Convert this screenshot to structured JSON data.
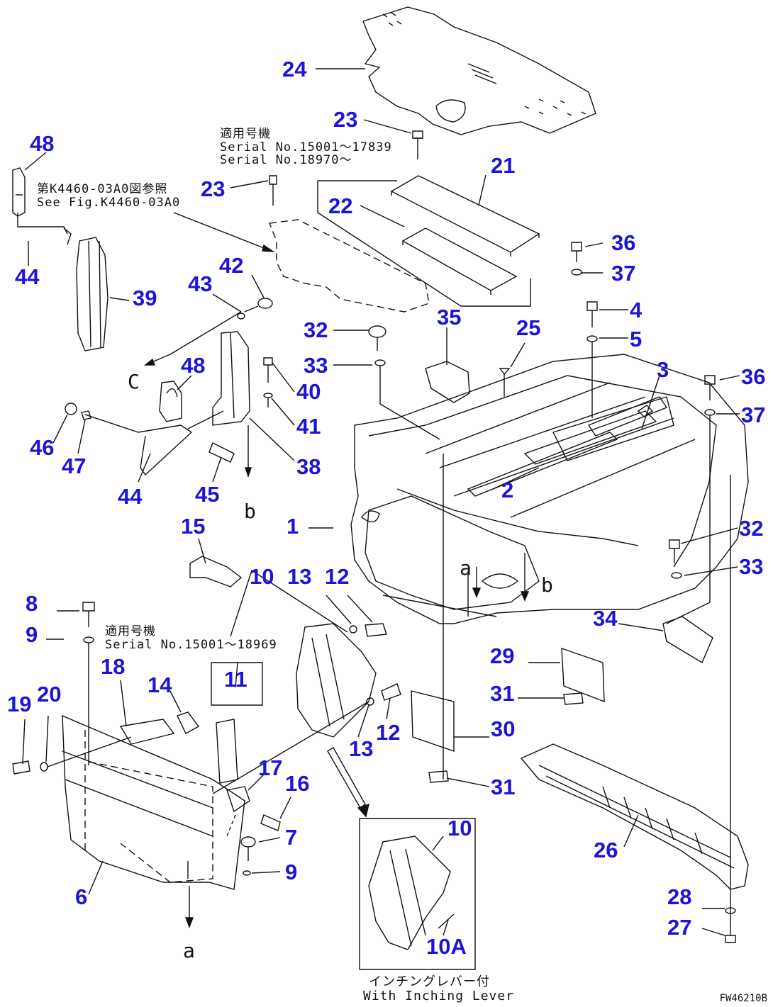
{
  "notes": {
    "serial_top_jp": "適用号機",
    "serial_top_1": "Serial No.15001～17839",
    "serial_top_2": "Serial No.18970～",
    "fig_ref_jp": "第K4460-03A0図参照",
    "fig_ref_en": "See Fig.K4460-03A0",
    "serial_mid_jp": "適用号機",
    "serial_mid": "Serial No.15001～18969",
    "inset_caption_jp": "インチングレバー付",
    "inset_caption_en": "With Inching Lever"
  },
  "view_letters": {
    "a": "a",
    "b": "b",
    "c": "C"
  },
  "drawing_id": "FW46210B",
  "callouts": {
    "c1": "1",
    "c2": "2",
    "c3": "3",
    "c4": "4",
    "c5": "5",
    "c6": "6",
    "c7": "7",
    "c8": "8",
    "c9a": "9",
    "c9b": "9",
    "c10a": "10",
    "c10b": "10",
    "c10A": "10A",
    "c11": "11",
    "c12a": "12",
    "c12b": "12",
    "c13a": "13",
    "c13b": "13",
    "c14": "14",
    "c15": "15",
    "c16": "16",
    "c17": "17",
    "c18": "18",
    "c19": "19",
    "c20": "20",
    "c21": "21",
    "c22": "22",
    "c23a": "23",
    "c23b": "23",
    "c24": "24",
    "c25": "25",
    "c26": "26",
    "c27": "27",
    "c28": "28",
    "c29": "29",
    "c30": "30",
    "c31a": "31",
    "c31b": "31",
    "c32a": "32",
    "c32b": "32",
    "c33a": "33",
    "c33b": "33",
    "c34": "34",
    "c35": "35",
    "c36a": "36",
    "c36b": "36",
    "c37a": "37",
    "c37b": "37",
    "c38": "38",
    "c39": "39",
    "c40": "40",
    "c41": "41",
    "c42": "42",
    "c43": "43",
    "c44a": "44",
    "c44b": "44",
    "c45": "45",
    "c46": "46",
    "c47": "47",
    "c48a": "48",
    "c48b": "48"
  },
  "colors": {
    "callout": "#1c14d6",
    "line": "#111111",
    "background": "#ffffff"
  }
}
